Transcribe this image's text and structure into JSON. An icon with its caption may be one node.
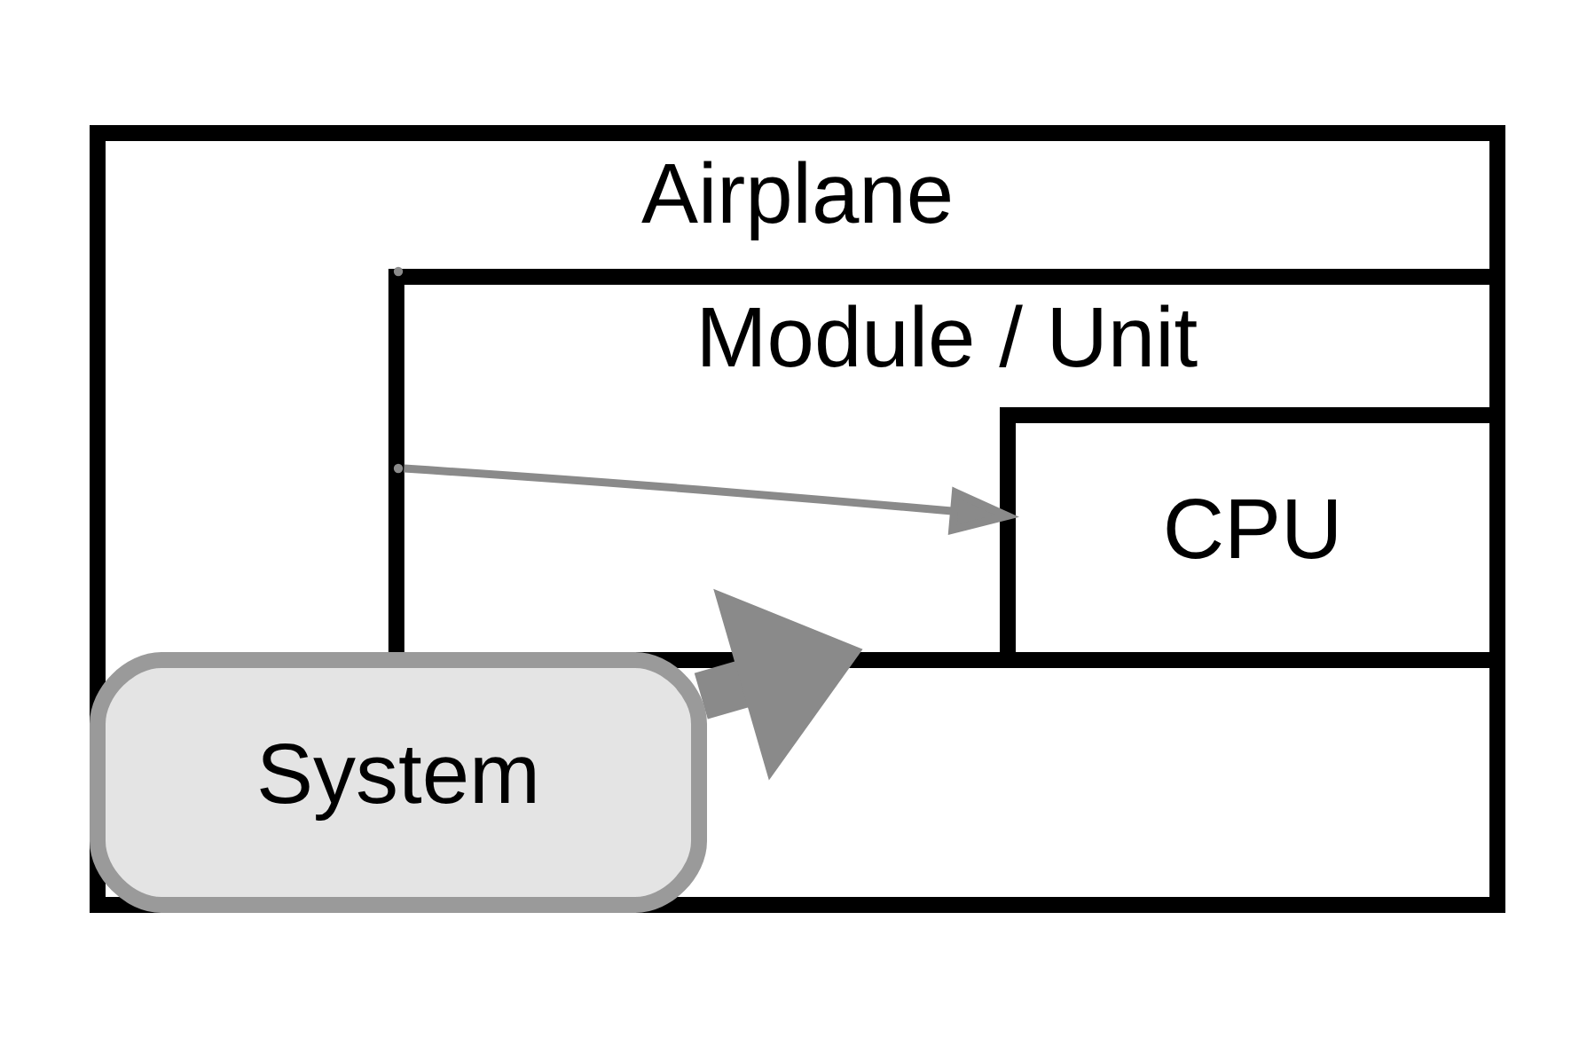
{
  "diagram": {
    "nodes": [
      {
        "text": [
          "Airplane"
        ]
      },
      {
        "text": [
          "System"
        ],
        "in": 0
      },
      {
        "text": [
          "Module / Unit"
        ],
        "in": 0
      },
      {
        "text": [
          "CPU"
        ],
        "in": 2
      }
    ],
    "edges": [
      {
        "from": 1,
        "to": 2,
        "arrow": "to",
        "style": "thick"
      },
      {
        "from": 2,
        "to": 3,
        "arrow": "to"
      }
    ]
  }
}
